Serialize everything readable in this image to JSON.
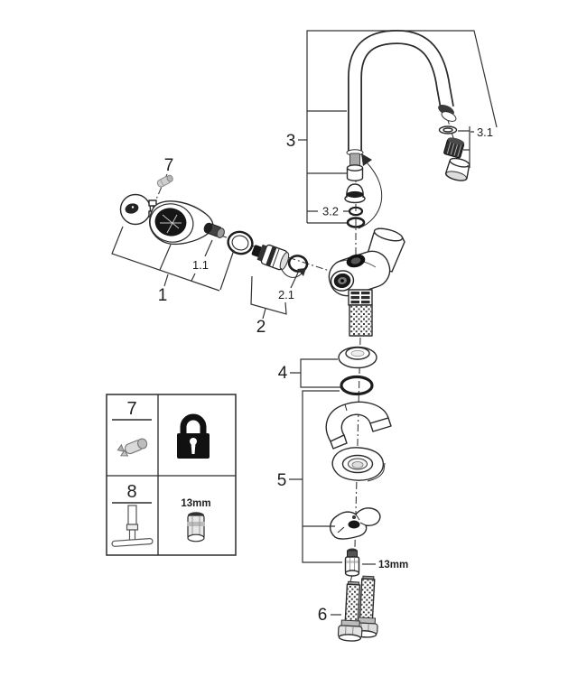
{
  "canvas": {
    "background": "#ffffff",
    "ink": "#2b2b2b",
    "shade_gray": "#c9c9c9",
    "dark_fill": "#161616"
  },
  "callouts": {
    "spout_group": "3",
    "aerator_kit": "3.1",
    "spout_orings": "3.2",
    "handle_screw": "7",
    "handle_group": "1",
    "handle_adapter": "1.1",
    "cartridge_group": "2",
    "cartridge_oring": "2.1",
    "base_seal_group": "4",
    "fixing_group": "5",
    "connection_hoses": "6",
    "wrench_size_note": "13mm"
  },
  "tool_legend": {
    "row1": {
      "ref": "7",
      "icon": "padlock-icon"
    },
    "row2": {
      "ref": "8",
      "wrench_size": "13mm",
      "icons": [
        "mounting-tool-icon",
        "hex-nut-icon"
      ]
    }
  }
}
